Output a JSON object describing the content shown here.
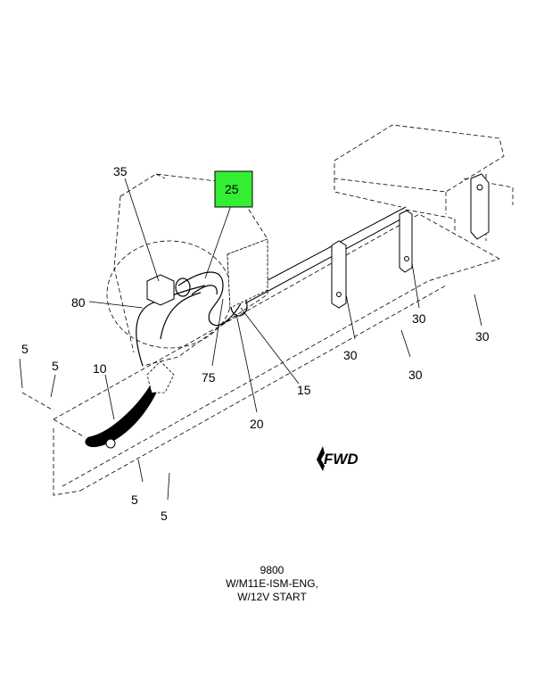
{
  "figure": {
    "highlight_color": "#33ee33",
    "callouts": {
      "c35": "35",
      "c25": "25",
      "c80": "80",
      "c5a": "5",
      "c5b": "5",
      "c10": "10",
      "c75": "75",
      "c15": "15",
      "c20": "20",
      "c30a": "30",
      "c30b": "30",
      "c30c": "30",
      "c30d": "30",
      "c5c": "5",
      "c5d": "5"
    },
    "direction_label": "FWD"
  },
  "caption": {
    "line1": "9800",
    "line2": "W/M11E-ISM-ENG,",
    "line3": "W/12V START"
  }
}
